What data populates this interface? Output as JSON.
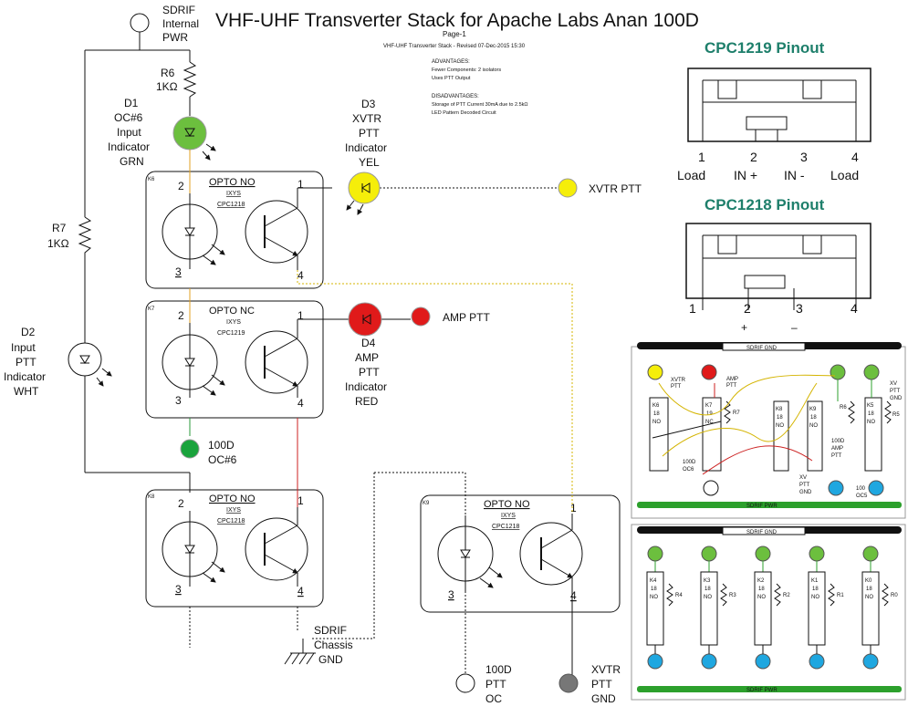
{
  "title": "VHF-UHF Transverter Stack for Apache Labs Anan 100D",
  "page_label": "Page-1",
  "subtitle": "VHF-UHF Transverter Stack - Revised 07-Dec-2015 15:30",
  "notes": {
    "adv_head": "ADVANTAGES:",
    "adv_1": "Fewer Components: 2 isolators",
    "adv_2": "Uses PTT Output",
    "dis_head": "DISADVANTAGES:",
    "dis_1": "Storage of PTT Current 30mA due to 2.5kΩ",
    "dis_2": "LED Pattern Decoded Circuit"
  },
  "labels": {
    "sdrif_int": [
      "SDRIF",
      "Internal",
      "PWR"
    ],
    "r6": [
      "R6",
      "1KΩ"
    ],
    "r7": [
      "R7",
      "1KΩ"
    ],
    "d1": [
      "D1",
      "OC#6",
      "Input",
      "Indicator",
      "GRN"
    ],
    "d2": [
      "D2",
      "Input",
      "PTT",
      "Indicator",
      "WHT"
    ],
    "d3": [
      "D3",
      "XVTR",
      "PTT",
      "Indicator",
      "YEL"
    ],
    "d4": [
      "D4",
      "AMP",
      "PTT",
      "Indicator",
      "RED"
    ],
    "xvtr_ptt": "XVTR PTT",
    "amp_ptt": "AMP PTT",
    "oc6": [
      "100D",
      "OC#6"
    ],
    "chassis": [
      "SDRIF",
      "Chassis",
      "GND"
    ],
    "ptt_oc": [
      "100D",
      "PTT",
      "OC"
    ],
    "xvtr_gnd": [
      "XVTR",
      "PTT",
      "GND"
    ]
  },
  "optos": [
    {
      "id": "K6",
      "kind": "OPTO NO",
      "mfr": "IXYS",
      "part": "CPC1218"
    },
    {
      "id": "K7",
      "kind": "OPTO NC",
      "mfr": "IXYS",
      "part": "CPC1219"
    },
    {
      "id": "K8",
      "kind": "OPTO NO",
      "mfr": "IXYS",
      "part": "CPC1218"
    },
    {
      "id": "K9",
      "kind": "OPTO NO",
      "mfr": "IXYS",
      "part": "CPC1218"
    }
  ],
  "pins": {
    "p1": "1",
    "p2": "2",
    "p3": "3",
    "p4": "4"
  },
  "pinout_1219": {
    "title": "CPC1219 Pinout",
    "nums": [
      "1",
      "2",
      "3",
      "4"
    ],
    "names": [
      "Load",
      "IN +",
      "IN -",
      "Load"
    ]
  },
  "pinout_1218": {
    "title": "CPC1218 Pinout",
    "nums": [
      "1",
      "2",
      "3",
      "4"
    ],
    "names": [
      "+",
      "–"
    ]
  },
  "layout_top": {
    "gnd": "SDRIF GND",
    "pwr": "SDRIF PWR",
    "xvtr_lbl": [
      "XVTR",
      "PTT"
    ],
    "amp_lbl": [
      "AMP",
      "PTT"
    ],
    "relays": [
      {
        "name": "K6",
        "val": "18",
        "type": "NO"
      },
      {
        "name": "K7",
        "val": "19",
        "type": "NC"
      },
      {
        "name": "K8",
        "val": "18",
        "type": "NO"
      },
      {
        "name": "K9",
        "val": "18",
        "type": "NO"
      },
      {
        "name": "K5",
        "val": "18",
        "type": "NO"
      }
    ],
    "r7": "R7",
    "r6": "R6",
    "r5": "R5",
    "oc6_lbl": [
      "100D",
      "OC6"
    ],
    "amp100_lbl": [
      "100D",
      "AMP",
      "PTT"
    ],
    "xv_gnd": [
      "XV",
      "PTT",
      "GND"
    ],
    "oc5": [
      "100",
      "OC5"
    ],
    "xv_right": [
      "XV",
      "PTT",
      "GND"
    ]
  },
  "layout_bottom": {
    "gnd": "SDRIF GND",
    "pwr": "SDRIF PWR",
    "relays": [
      {
        "name": "K4",
        "val": "18",
        "type": "NO",
        "r": "R4"
      },
      {
        "name": "K3",
        "val": "18",
        "type": "NO",
        "r": "R3"
      },
      {
        "name": "K2",
        "val": "18",
        "type": "NO",
        "r": "R2"
      },
      {
        "name": "K1",
        "val": "18",
        "type": "NO",
        "r": "R1"
      },
      {
        "name": "K0",
        "val": "18",
        "type": "NO",
        "r": "R0"
      }
    ]
  },
  "colors": {
    "green": "#6cbf3e",
    "yellow": "#f5ee0a",
    "red": "#e01a1a",
    "dkgreen": "#1aa33c",
    "blue": "#1fa7e0",
    "gray": "#777777",
    "teal": "#1e7f6b",
    "wire_yellow": "#d4b400",
    "wire_red": "#cc2222"
  }
}
